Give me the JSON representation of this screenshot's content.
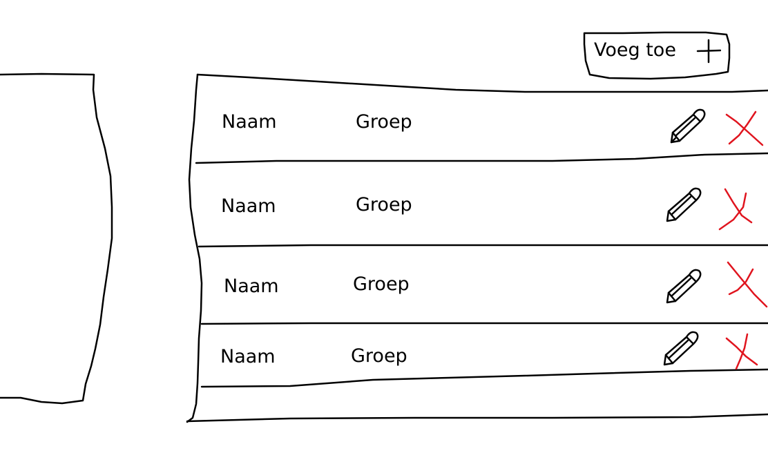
{
  "toolbar": {
    "add_label": "Voeg toe",
    "add_icon": "plus-icon"
  },
  "list": {
    "rows": [
      {
        "name": "Naam",
        "group": "Groep",
        "edit_icon": "pencil-icon",
        "delete_icon": "close-icon"
      },
      {
        "name": "Naam",
        "group": "Groep",
        "edit_icon": "pencil-icon",
        "delete_icon": "close-icon"
      },
      {
        "name": "Naam",
        "group": "Groep",
        "edit_icon": "pencil-icon",
        "delete_icon": "close-icon"
      },
      {
        "name": "Naam",
        "group": "Groep",
        "edit_icon": "pencil-icon",
        "delete_icon": "close-icon"
      }
    ]
  },
  "colors": {
    "stroke": "#000000",
    "delete": "#e0141e",
    "background": "#ffffff"
  }
}
